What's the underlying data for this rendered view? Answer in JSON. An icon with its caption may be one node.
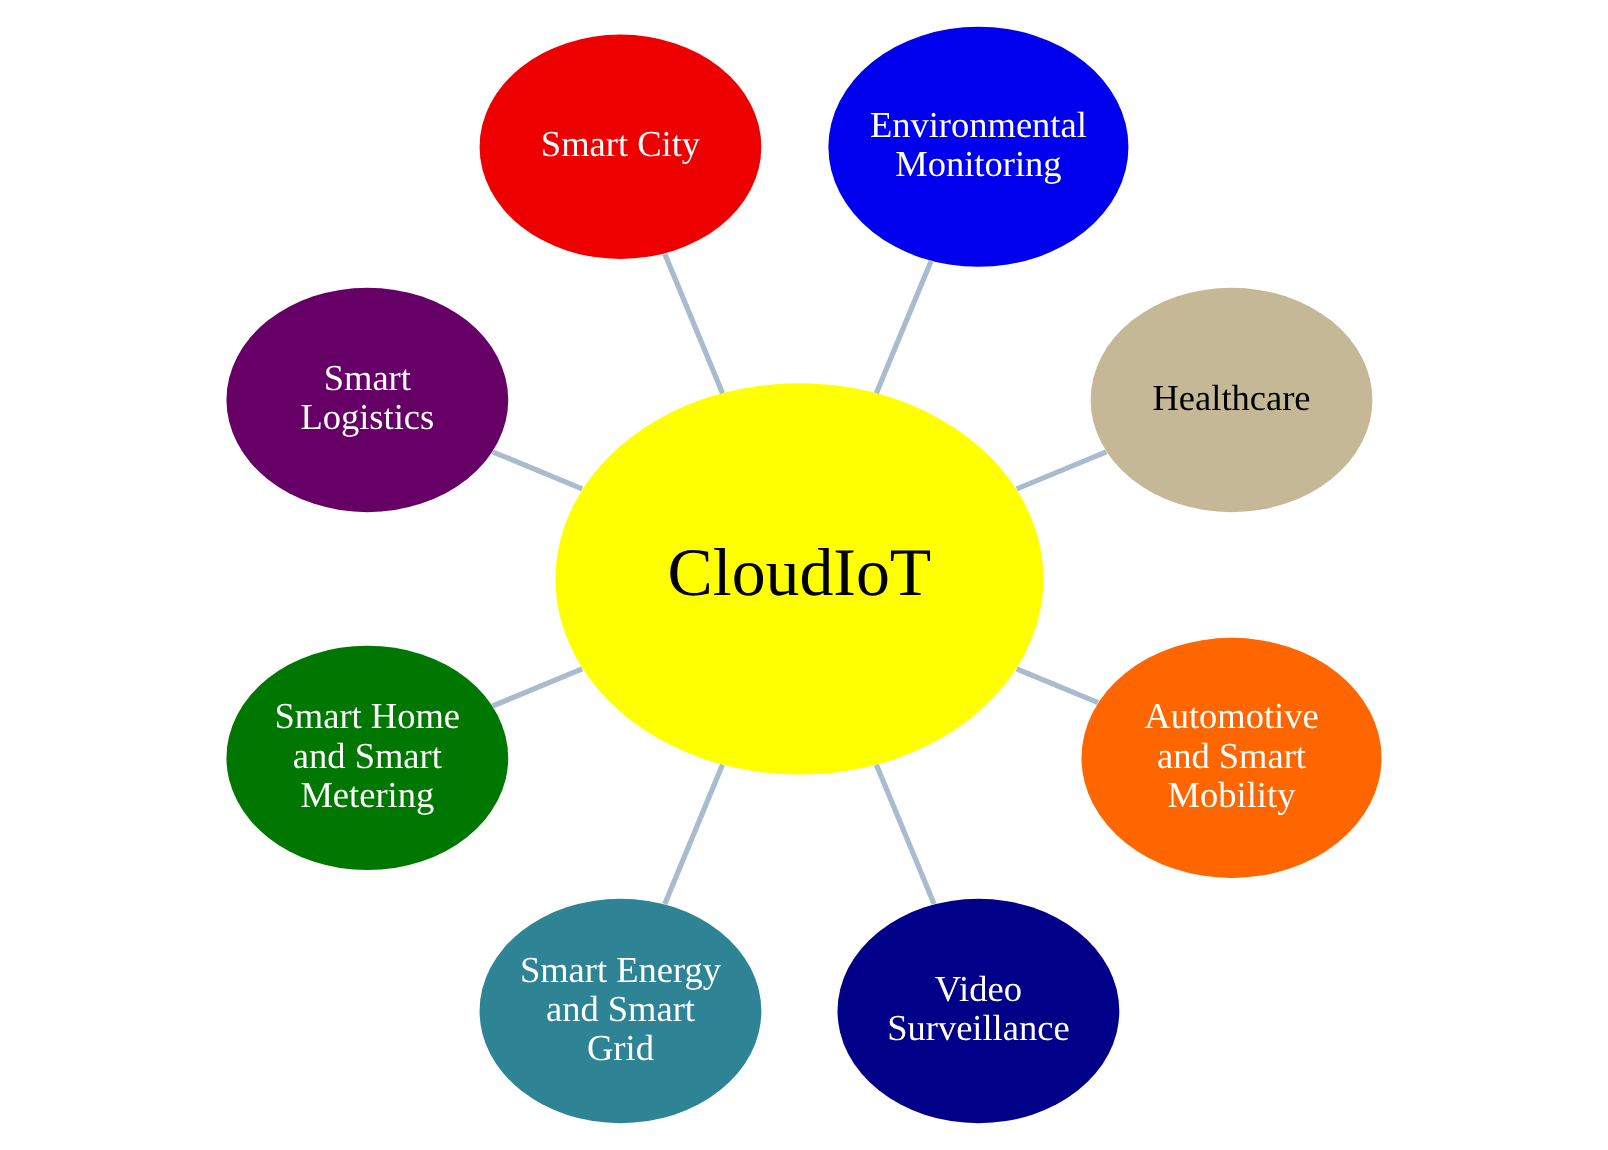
{
  "diagram": {
    "nodes": [
      {
        "text": [
          "Healthcare"
        ]
      },
      {
        "text": [
          "Environmental Monitoring"
        ]
      },
      {
        "text": [
          "Smart City"
        ]
      },
      {
        "text": [
          "Smart Logistics"
        ]
      },
      {
        "text": [
          "CloudIoT"
        ]
      },
      {
        "text": [
          "Smart Home and Smart Metering"
        ]
      },
      {
        "text": [
          "Smart Energy and Smart Grid"
        ]
      },
      {
        "text": [
          "Video Surveillance"
        ]
      },
      {
        "text": [
          "Automotive and Smart Mobility"
        ]
      }
    ],
    "edges": [
      {
        "from": 4,
        "to": 0,
        "arrow": "none"
      },
      {
        "from": 4,
        "to": 2,
        "arrow": "none"
      },
      {
        "from": 4,
        "to": 5,
        "arrow": "none"
      },
      {
        "from": 4,
        "to": 7,
        "arrow": "none"
      },
      {
        "from": 4,
        "to": 8,
        "arrow": "none"
      },
      {
        "from": 4,
        "to": 6,
        "arrow": "none"
      },
      {
        "from": 4,
        "to": 3,
        "arrow": "none"
      },
      {
        "from": 4,
        "to": 1,
        "arrow": "none"
      }
    ]
  }
}
